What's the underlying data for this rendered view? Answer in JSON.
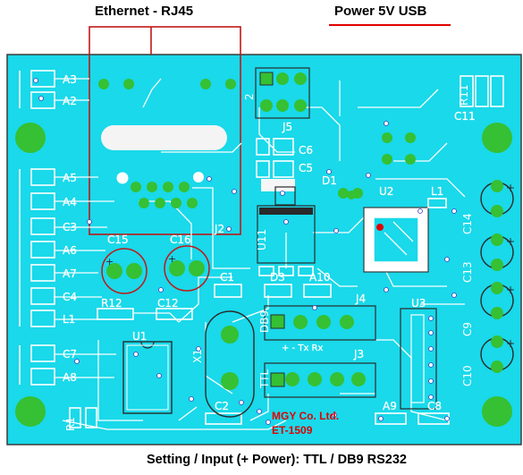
{
  "captions": {
    "ethernet": "Ethernet - RJ45",
    "power": "Power 5V USB",
    "bottom": "Setting / Input (+ Power): TTL / DB9 RS232"
  },
  "labels": {
    "A3": "A3",
    "A2": "A2",
    "A5": "A5",
    "A4": "A4",
    "C3": "C3",
    "A6": "A6",
    "A7": "A7",
    "C4": "C4",
    "L1": "L1",
    "C7": "C7",
    "A8": "A8",
    "R1": "R1",
    "R11": "R11",
    "C11": "C11",
    "J5": "J5",
    "J2": "J2",
    "C6": "C6",
    "C5": "C5",
    "D1": "D1",
    "U2": "U2",
    "L1b": "L1",
    "U11": "U11",
    "C15": "C15",
    "C16": "C16",
    "C14": "C14",
    "C13": "C13",
    "C9": "C9",
    "C10": "C10",
    "C1": "C1",
    "D3": "D3",
    "A10": "A10",
    "J4": "J4",
    "R12": "R12",
    "C12": "C12",
    "U1": "U1",
    "X1": "X1",
    "U3": "U3",
    "DB9": "DB9",
    "J3": "J3",
    "TTL": "TTL",
    "C2": "C2",
    "A9": "A9",
    "C8": "C8",
    "pins": "+   -   Tx  Rx",
    "j5num": "2"
  },
  "board_marks": {
    "maker": "MGY Co. Ltd.",
    "model": "ET-1509"
  },
  "colors": {
    "board": "#19d9ea",
    "pad": "#36c033",
    "silk": "#ffffff",
    "annotation": "#e00000"
  }
}
